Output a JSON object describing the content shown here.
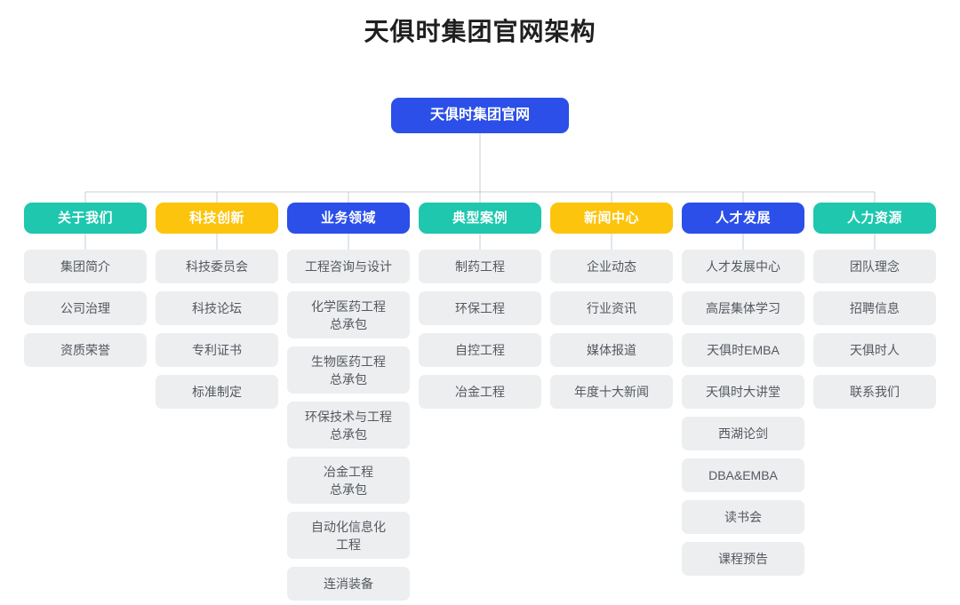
{
  "title": "天俱时集团官网架构",
  "root": {
    "label": "天俱时集团官网",
    "color": "#2b4fe8"
  },
  "palette": {
    "teal": "#1ec7ae",
    "yellow": "#fcc40c",
    "blue": "#2b4fe8",
    "child_bg": "#eceef0",
    "child_text": "#55585e",
    "connector": "#c9ccd1",
    "page_bg": "#ffffff",
    "title_text": "#1f1f1f"
  },
  "columns": [
    {
      "header": "关于我们",
      "color": "teal",
      "children": [
        "集团简介",
        "公司治理",
        "资质荣誉"
      ]
    },
    {
      "header": "科技创新",
      "color": "yellow",
      "children": [
        "科技委员会",
        "科技论坛",
        "专利证书",
        "标准制定"
      ]
    },
    {
      "header": "业务领域",
      "color": "blue",
      "children": [
        "工程咨询与设计",
        "化学医药工程\n总承包",
        "生物医药工程\n总承包",
        "环保技术与工程\n总承包",
        "冶金工程\n总承包",
        "自动化信息化\n工程",
        "连消装备"
      ]
    },
    {
      "header": "典型案例",
      "color": "teal",
      "children": [
        "制药工程",
        "环保工程",
        "自控工程",
        "冶金工程"
      ]
    },
    {
      "header": "新闻中心",
      "color": "yellow",
      "children": [
        "企业动态",
        "行业资讯",
        "媒体报道",
        "年度十大新闻"
      ]
    },
    {
      "header": "人才发展",
      "color": "blue",
      "children": [
        "人才发展中心",
        "高层集体学习",
        "天俱时EMBA",
        "天俱时大讲堂",
        "西湖论剑",
        "DBA&EMBA",
        "读书会",
        "课程预告"
      ]
    },
    {
      "header": "人力资源",
      "color": "teal",
      "children": [
        "团队理念",
        "招聘信息",
        "天俱时人",
        "联系我们"
      ]
    }
  ]
}
